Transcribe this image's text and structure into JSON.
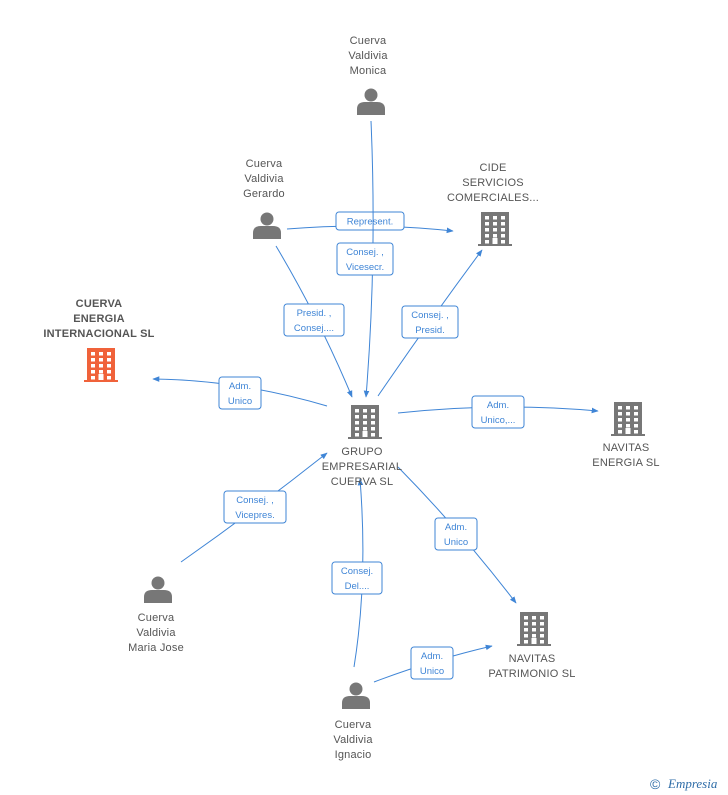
{
  "colors": {
    "edge": "#3f85d6",
    "node": "#777777",
    "highlight": "#f0623a",
    "label": "#555555"
  },
  "nodes": [
    {
      "id": "monica",
      "kind": "person",
      "lines": [
        "Cuerva",
        "Valdivia",
        "Monica"
      ]
    },
    {
      "id": "gerardo",
      "kind": "person",
      "lines": [
        "Cuerva",
        "Valdivia",
        "Gerardo"
      ]
    },
    {
      "id": "cide",
      "kind": "company",
      "lines": [
        "CIDE",
        "SERVICIOS",
        "COMERCIALES..."
      ]
    },
    {
      "id": "cei",
      "kind": "company",
      "highlight": true,
      "lines": [
        "CUERVA",
        "ENERGIA",
        "INTERNACIONAL SL"
      ]
    },
    {
      "id": "grupo",
      "kind": "company",
      "lines": [
        "GRUPO",
        "EMPRESARIAL",
        "CUERVA SL"
      ]
    },
    {
      "id": "navitas_e",
      "kind": "company",
      "lines": [
        "NAVITAS",
        "ENERGIA SL"
      ]
    },
    {
      "id": "mariajose",
      "kind": "person",
      "lines": [
        "Cuerva",
        "Valdivia",
        "Maria Jose"
      ]
    },
    {
      "id": "navitas_p",
      "kind": "company",
      "lines": [
        "NAVITAS",
        "PATRIMONIO SL"
      ]
    },
    {
      "id": "ignacio",
      "kind": "person",
      "lines": [
        "Cuerva",
        "Valdivia",
        "Ignacio"
      ]
    }
  ],
  "edges": [
    {
      "id": "gerardo-cide",
      "label": [
        "Represent."
      ]
    },
    {
      "id": "monica-grupo",
      "label": [
        "Consej. ,",
        "Vicesecr."
      ]
    },
    {
      "id": "gerardo-grupo",
      "label": [
        "Presid. ,",
        "Consej...."
      ]
    },
    {
      "id": "grupo-cide",
      "label": [
        "Consej. ,",
        "Presid."
      ]
    },
    {
      "id": "grupo-cei",
      "label": [
        "Adm.",
        "Unico"
      ]
    },
    {
      "id": "grupo-navitas_e",
      "label": [
        "Adm.",
        "Unico,..."
      ]
    },
    {
      "id": "mariajose-grupo",
      "label": [
        "Consej. ,",
        "Vicepres."
      ]
    },
    {
      "id": "ignacio-grupo",
      "label": [
        "Consej.",
        "Del...."
      ]
    },
    {
      "id": "grupo-navitas_p",
      "label": [
        "Adm.",
        "Unico"
      ]
    },
    {
      "id": "ignacio-navitas_p",
      "label": [
        "Adm.",
        "Unico"
      ]
    }
  ],
  "footer": {
    "copyright": "©",
    "brand": "Empresia"
  }
}
